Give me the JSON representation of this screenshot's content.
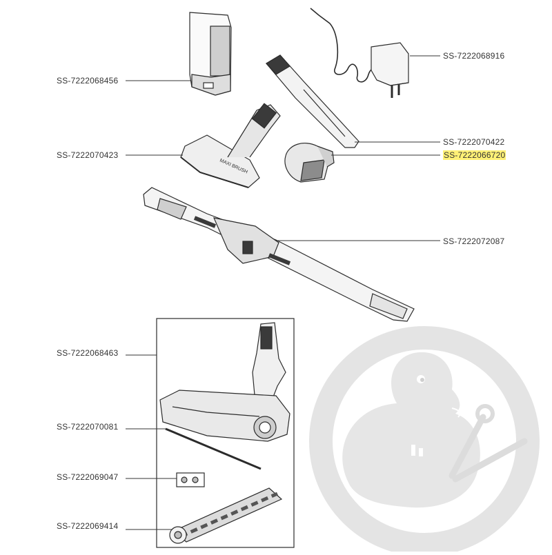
{
  "parts": [
    {
      "id": "SS-7222068456",
      "side": "left"
    },
    {
      "id": "SS-7222068916",
      "side": "right"
    },
    {
      "id": "SS-7222070422",
      "side": "right"
    },
    {
      "id": "SS-7222070423",
      "side": "left"
    },
    {
      "id": "SS-7222066720",
      "side": "right",
      "highlighted": true
    },
    {
      "id": "SS-7222072087",
      "side": "right"
    },
    {
      "id": "SS-7222068463",
      "side": "left"
    },
    {
      "id": "SS-7222070081",
      "side": "left"
    },
    {
      "id": "SS-7222069047",
      "side": "left"
    },
    {
      "id": "SS-7222069414",
      "side": "left"
    }
  ],
  "highlight_color": "#fff176",
  "watermark": {
    "icon": "duck-mechanic-logo-icon",
    "color": "#e3e3e3"
  }
}
